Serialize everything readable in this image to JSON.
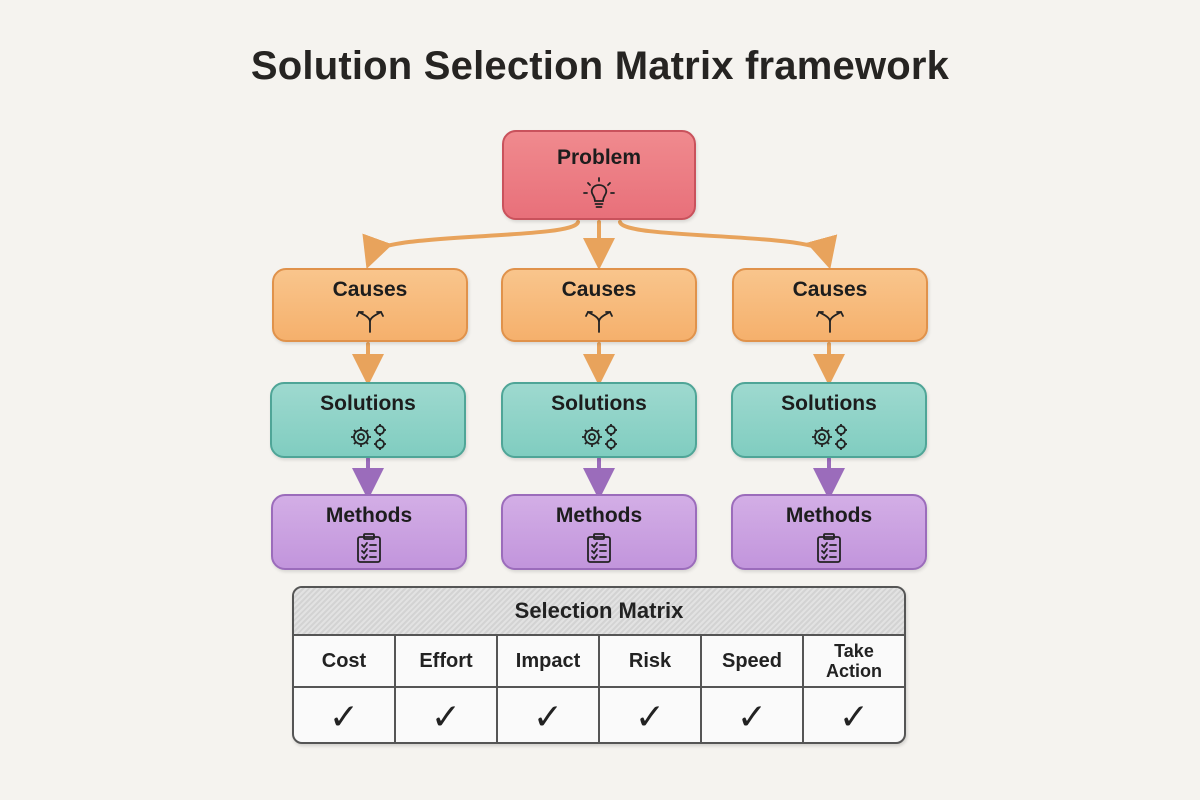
{
  "title": "Solution Selection Matrix framework",
  "problem": {
    "label": "Problem",
    "icon": "lightbulb-icon"
  },
  "branches": [
    {
      "cause": "Causes",
      "solution": "Solutions",
      "method": "Methods"
    },
    {
      "cause": "Causes",
      "solution": "Solutions",
      "method": "Methods"
    },
    {
      "cause": "Causes",
      "solution": "Solutions",
      "method": "Methods"
    }
  ],
  "icons": {
    "cause": "split-arrow-icon",
    "solution": "gears-icon",
    "method": "clipboard-checklist-icon"
  },
  "colors": {
    "problem": "#e8707a",
    "cause": "#f5b06c",
    "solution": "#80cdc0",
    "method": "#c295dc",
    "arrow_orange": "#e8a35c",
    "arrow_purple": "#9b6cbb"
  },
  "matrix": {
    "title": "Selection Matrix",
    "columns": [
      "Cost",
      "Effort",
      "Impact",
      "Risk",
      "Speed",
      "Take\nAction"
    ],
    "checks": [
      "✓",
      "✓",
      "✓",
      "✓",
      "✓",
      "✓"
    ]
  }
}
